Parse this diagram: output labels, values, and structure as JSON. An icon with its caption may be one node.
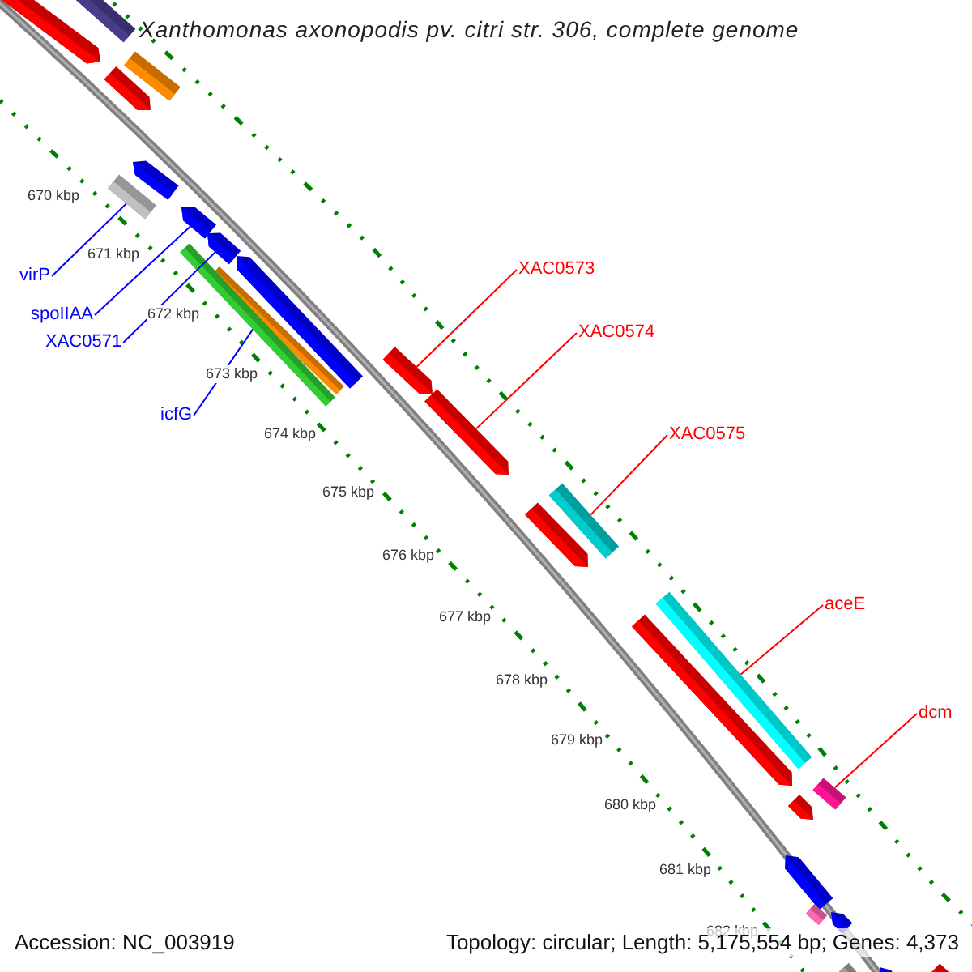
{
  "diagram": {
    "title": "Xanthomonas axonopodis pv. citri str. 306, complete genome",
    "nodes": [
      {
        "text": [
          "virP"
        ]
      },
      {
        "text": [
          "spoIIAA"
        ]
      },
      {
        "text": [
          "XAC0571"
        ]
      },
      {
        "text": [
          "icfG"
        ]
      },
      {
        "text": [
          "XAC0573"
        ]
      },
      {
        "text": [
          "XAC0574"
        ]
      },
      {
        "text": [
          "XAC0575"
        ]
      },
      {
        "text": [
          "aceE"
        ]
      },
      {
        "text": [
          "dcm"
        ]
      },
      {
        "text": [],
        "shape": "pentagon"
      },
      {
        "text": [],
        "shape": "box"
      },
      {
        "text": [],
        "shape": "pentagon"
      },
      {
        "text": [],
        "shape": "box"
      },
      {
        "text": [],
        "shape": "pentagon"
      },
      {
        "text": [],
        "shape": "box"
      },
      {
        "text": [],
        "shape": "pentagon"
      },
      {
        "text": [],
        "shape": "pentagon"
      },
      {
        "text": [],
        "shape": "pentagon"
      },
      {
        "text": [],
        "shape": "box"
      },
      {
        "text": [],
        "shape": "box"
      },
      {
        "text": [],
        "shape": "pentagon"
      },
      {
        "text": [],
        "shape": "pentagon"
      },
      {
        "text": [],
        "shape": "box"
      },
      {
        "text": [],
        "shape": "pentagon"
      },
      {
        "text": [],
        "shape": "box"
      },
      {
        "text": [],
        "shape": "pentagon"
      },
      {
        "text": [],
        "shape": "box"
      },
      {
        "text": [],
        "shape": "pentagon"
      },
      {
        "text": [],
        "shape": "pentagon"
      },
      {
        "text": [],
        "shape": "pentagon"
      },
      {
        "text": [],
        "shape": "box"
      },
      {
        "text": [],
        "shape": "box"
      },
      {
        "text": [],
        "shape": "pentagon"
      },
      {
        "text": [],
        "shape": "pentagon"
      }
    ],
    "edges": [
      {
        "from": 0,
        "to": 14,
        "arrow": "none",
        "color": "#0000ff"
      },
      {
        "from": 1,
        "to": 15,
        "arrow": "none",
        "color": "#0000ff"
      },
      {
        "from": 2,
        "to": 16,
        "arrow": "none",
        "color": "#0000ff"
      },
      {
        "from": 3,
        "to": 19,
        "arrow": "none",
        "color": "#0000ff"
      },
      {
        "from": 4,
        "to": 20,
        "arrow": "none"
      },
      {
        "from": 5,
        "to": 21,
        "arrow": "none"
      },
      {
        "from": 6,
        "to": 22,
        "arrow": "none"
      },
      {
        "from": 7,
        "to": 24,
        "arrow": "none"
      },
      {
        "from": 8,
        "to": 26,
        "arrow": "none"
      }
    ],
    "labels": [
      "670 kbp",
      "671 kbp",
      "672 kbp",
      "673 kbp",
      "674 kbp",
      "675 kbp",
      "676 kbp",
      "677 kbp",
      "678 kbp",
      "679 kbp",
      "680 kbp",
      "681 kbp",
      "682 kbp",
      "Accession: NC_003919",
      "Topology: circular; Length: 5,175,554 bp; Genes: 4,373"
    ]
  }
}
